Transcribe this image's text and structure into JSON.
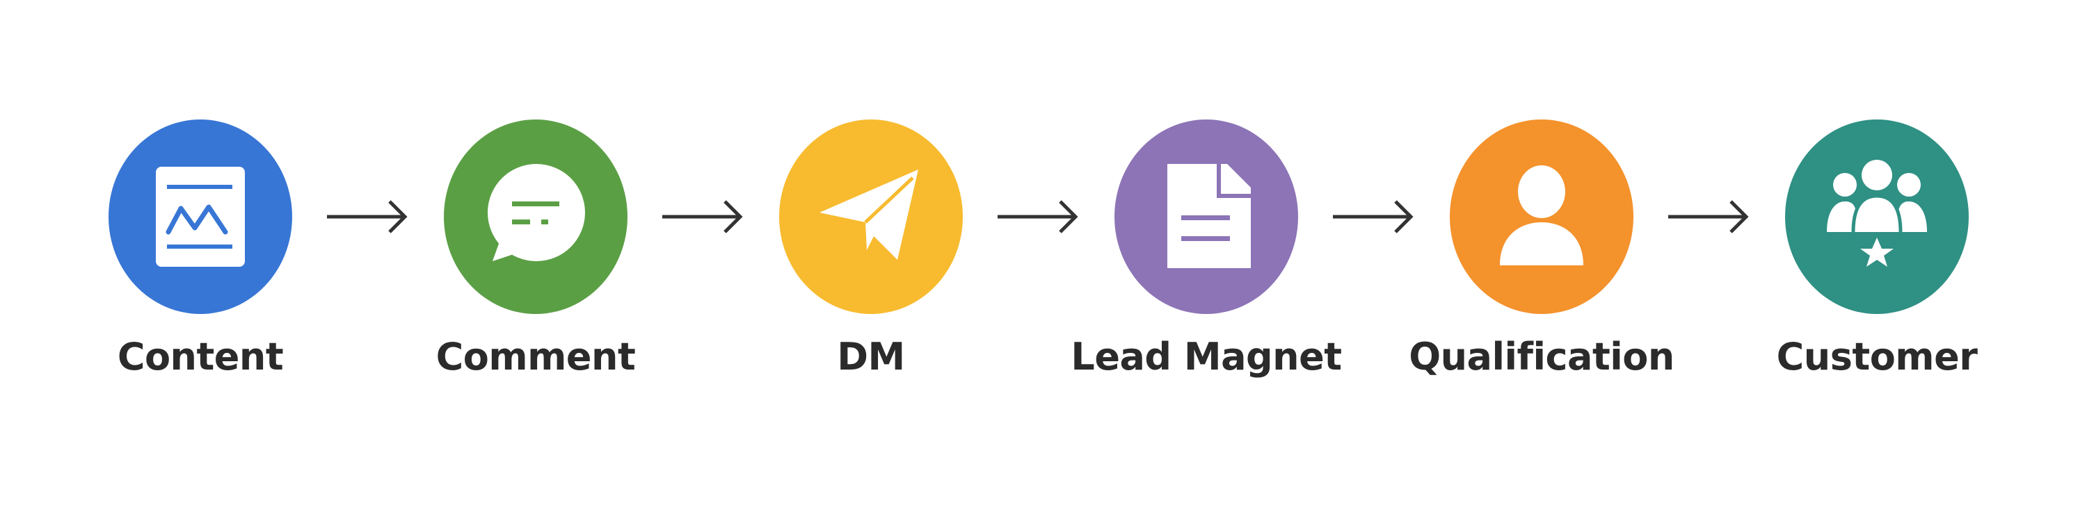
{
  "steps": [
    {
      "label": "Content",
      "icon": "content-chart-icon",
      "color": "#3776d5"
    },
    {
      "label": "Comment",
      "icon": "comment-bubble-icon",
      "color": "#5b9f45"
    },
    {
      "label": "DM",
      "icon": "paper-plane-icon",
      "color": "#f8bb2f"
    },
    {
      "label": "Lead Magnet",
      "icon": "document-icon",
      "color": "#8c74b6"
    },
    {
      "label": "Qualification",
      "icon": "person-icon",
      "color": "#f4922c"
    },
    {
      "label": "Customer",
      "icon": "customer-group-star-icon",
      "color": "#2f9084"
    }
  ],
  "arrow_color": "#333333"
}
